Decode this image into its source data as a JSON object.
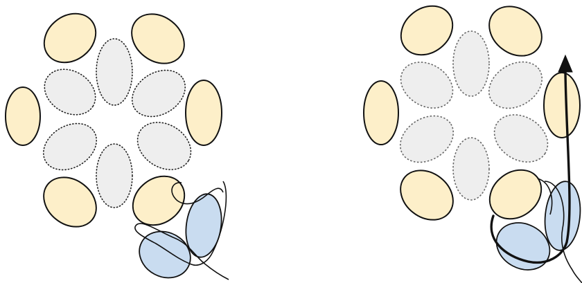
{
  "colors": {
    "outer_petal_fill": "#fdefc9",
    "inner_petal_fill": "#eeeeee",
    "blue_blob_fill": "#c9dcf0",
    "outline": "#111111"
  },
  "panels": [
    {
      "id": "left",
      "inner_petal_style": "dotted",
      "has_arrow": false
    },
    {
      "id": "right",
      "inner_petal_style": "dashed",
      "has_arrow": true
    }
  ]
}
